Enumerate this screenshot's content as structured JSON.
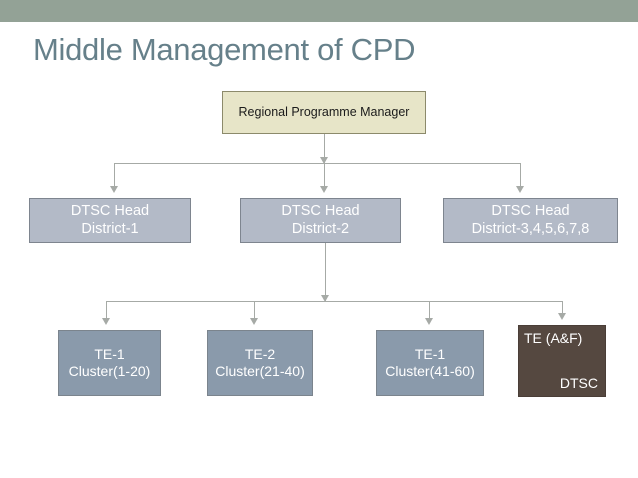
{
  "slide": {
    "title": "Middle Management of CPD",
    "accent_bar_color": "#93a296",
    "title_color": "#66808a",
    "background_color": "#ffffff"
  },
  "diagram": {
    "type": "org-chart",
    "root": {
      "label": "Regional Programme Manager",
      "fill": "#e7e5c8",
      "border": "#8c8a6b",
      "text_color": "#1b1b1b"
    },
    "districts": [
      {
        "line1": "DTSC Head",
        "line2": "District-1",
        "fill": "#b3bac7",
        "text_color": "#ffffff"
      },
      {
        "line1": "DTSC Head",
        "line2": "District-2",
        "fill": "#b3bac7",
        "text_color": "#ffffff"
      },
      {
        "line1": "DTSC Head",
        "line2": "District-3,4,5,6,7,8",
        "fill": "#b3bac7",
        "text_color": "#ffffff"
      }
    ],
    "teachers": [
      {
        "line1": "TE-1",
        "line2": "Cluster(1-20)",
        "fill": "#8a9aab",
        "text_color": "#ffffff"
      },
      {
        "line1": "TE-2",
        "line2": "Cluster(21-40)",
        "fill": "#8a9aab",
        "text_color": "#ffffff"
      },
      {
        "line1": "TE-1",
        "line2": "Cluster(41-60)",
        "fill": "#8a9aab",
        "text_color": "#ffffff"
      }
    ],
    "support": {
      "line1": "TE (A&F)",
      "line2": "DTSC",
      "fill": "#554840",
      "text_color": "#ffffff"
    },
    "connector_color": "#a6aaa6"
  }
}
